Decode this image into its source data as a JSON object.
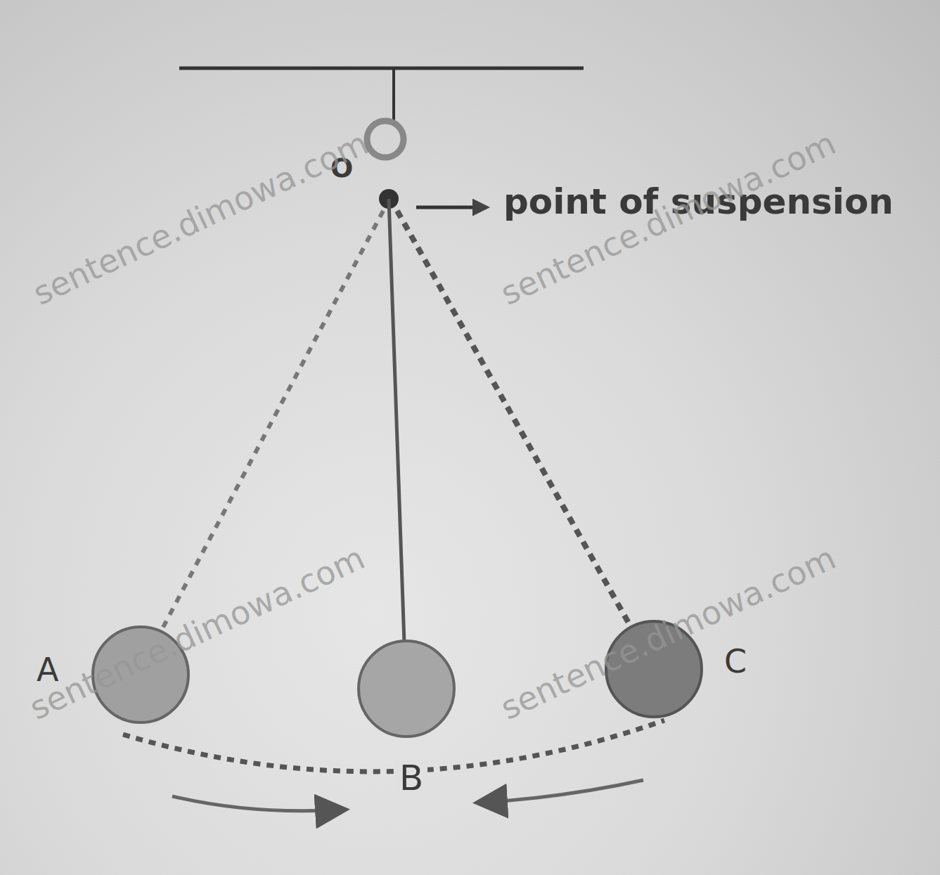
{
  "diagram": {
    "labels": [
      "O",
      "point of suspension",
      "A",
      "B",
      "C",
      "sentence.dimowa.com",
      "sentence.dimowa.com",
      "sentence.dimowa.com",
      "sentence.dimowa.com"
    ]
  }
}
